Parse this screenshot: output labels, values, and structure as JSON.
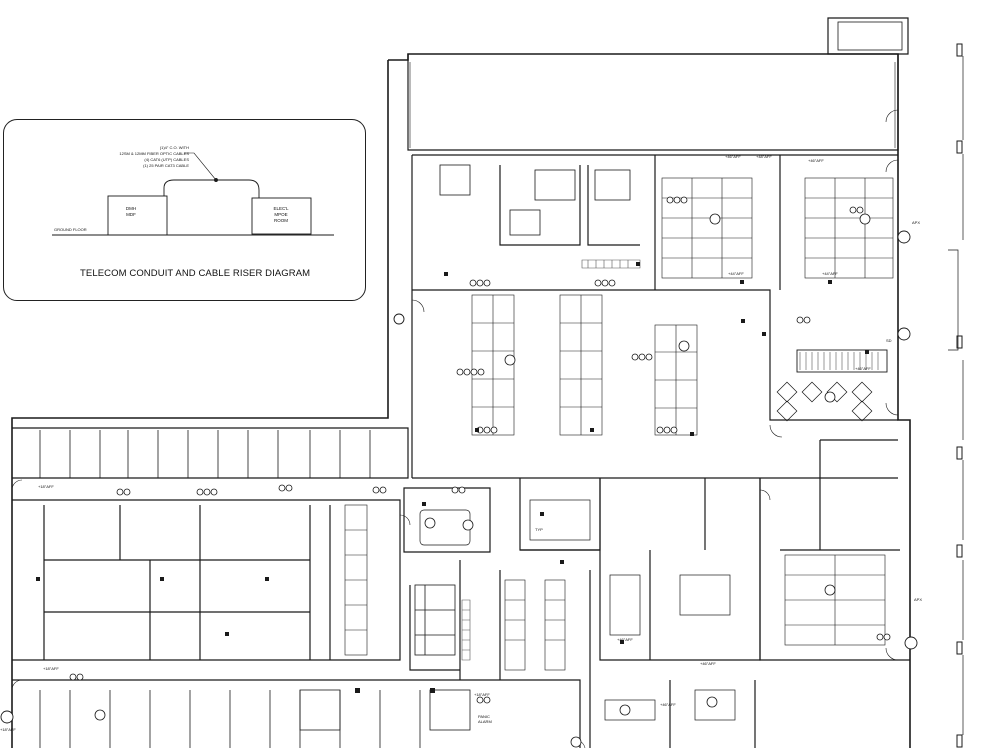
{
  "riser_diagram": {
    "title": "TELECOM CONDUIT AND CABLE RISER DIAGRAM",
    "cable_notes": [
      "(1)4\" C.O. WITH",
      "12SM & 12MM FIBER OPTIC CABLES",
      "(4) CAT6 (UTP) CABLES",
      "(1) 25 PAIR CAT3 CABLE"
    ],
    "ground_floor_label": "GROUND FLOOR",
    "room_left": [
      "DMH",
      "MDF"
    ],
    "room_right": [
      "ELEC'L",
      "MPOE",
      "ROOM"
    ]
  },
  "plan_labels": {
    "aff_18": "+18\"AFF",
    "aff_44": "+44\"AFF",
    "aff_46": "+46\"AFF",
    "aff_48": "+48\"AFF",
    "sd": "SD",
    "typ": "TYP",
    "panic_alarm": [
      "PANIC",
      "ALARM"
    ],
    "apx": "APX"
  },
  "colors": {
    "line": "#1a1a1a",
    "background": "#ffffff",
    "hatch": "#555555"
  }
}
